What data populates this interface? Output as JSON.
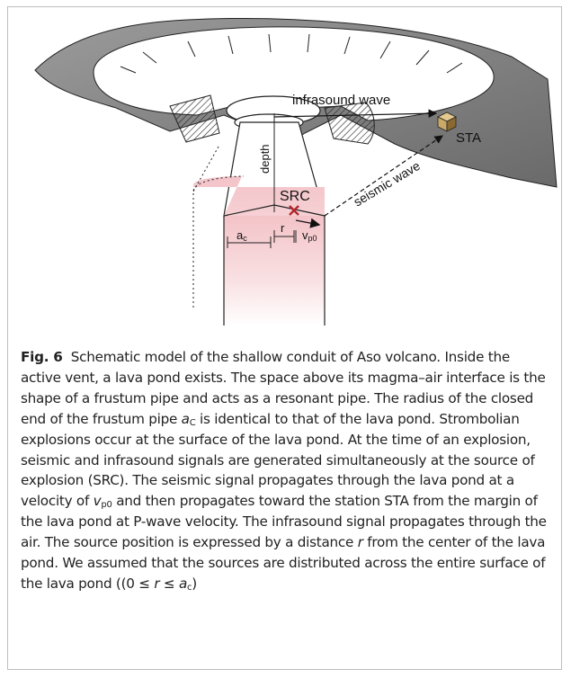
{
  "diagram": {
    "infrasound_label": "infrasound wave",
    "sta_label": "STA",
    "depth_label": "depth",
    "src_label": "SRC",
    "seismic_label": "seismic wave",
    "ac_label": "a",
    "ac_sub": "c",
    "r_label": "r",
    "vp0_label": "v",
    "vp0_sub": "p0",
    "colors": {
      "ground": "#8d8d8d",
      "ground_dark": "#5a5a5a",
      "lava": "#f5cfd2",
      "marker": "#b3262e",
      "station_top": "#e6c98f",
      "station_side": "#8a6a32"
    }
  },
  "caption": {
    "fig_label": "Fig. 6",
    "t1": "Schematic model of the shallow conduit of Aso volcano. Inside the active vent, a lava pond exists. The space above its magma–air interface is the shape of a frustum pipe and acts as a resonant pipe. The radius of the closed end of the frustum pipe ",
    "ac_var": "a",
    "ac_sub": "C",
    "t2": " is identical to that of the lava pond. Strombolian explosions occur at the surface of the lava pond. At the time of an explosion, seismic and infrasound signals are generated simultaneously at the source of explosion (SRC). The seismic signal propagates through the lava pond at a velocity of ",
    "v_var": "v",
    "v_sub": "p0",
    "t3": " and then propagates toward the station STA from the margin of the lava pond at P-wave velocity. The infrasound signal propagates through the air. The source position is expressed by a distance ",
    "r_var": "r",
    "t4": " from the center of the lava pond. We assumed that the sources are distributed across the entire surface of the lava pond ((0 ≤ ",
    "r_var2": "r",
    "t5": " ≤ ",
    "ac_var2": "a",
    "ac_sub2": "c",
    "t6": ")"
  }
}
